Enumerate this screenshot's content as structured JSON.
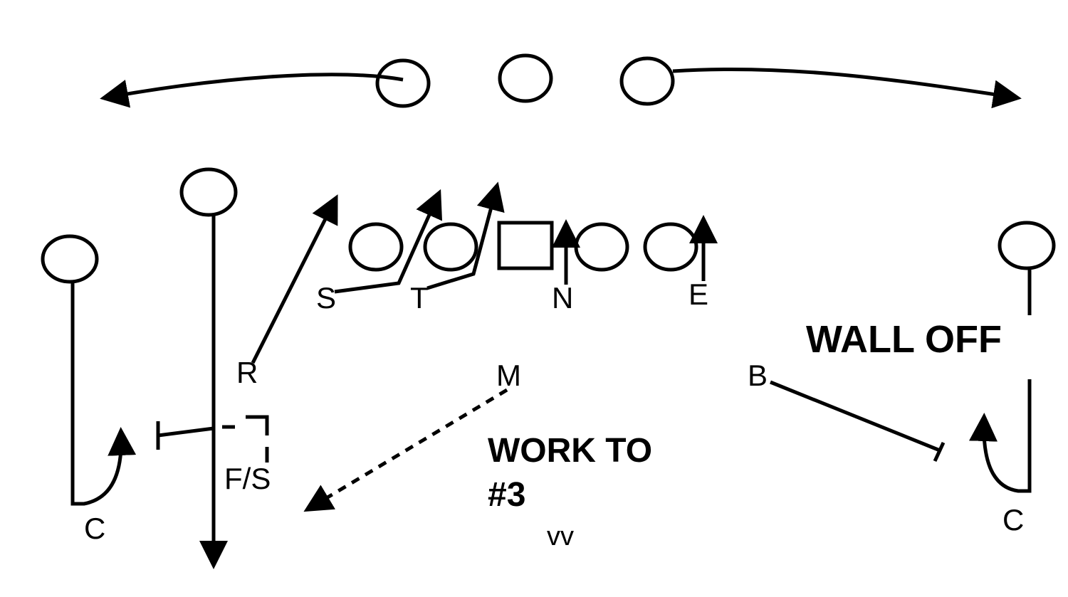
{
  "diagram": {
    "type": "football-play-diagram",
    "stroke_color": "#000000",
    "background_color": "#ffffff",
    "offense_top": [
      {
        "id": "wr-left-top",
        "shape": "circle",
        "route": "arrow-left-curve"
      },
      {
        "id": "center-top",
        "shape": "circle"
      },
      {
        "id": "wr-right-top",
        "shape": "circle",
        "route": "arrow-right-curve"
      }
    ],
    "line": [
      {
        "id": "ol-1",
        "shape": "circle"
      },
      {
        "id": "ol-2",
        "shape": "circle"
      },
      {
        "id": "center",
        "shape": "square"
      },
      {
        "id": "ol-4",
        "shape": "circle"
      },
      {
        "id": "ol-5",
        "shape": "circle"
      }
    ],
    "receivers": [
      {
        "id": "wide-left",
        "shape": "circle"
      },
      {
        "id": "slot-left",
        "shape": "circle"
      },
      {
        "id": "wide-right",
        "shape": "circle"
      }
    ],
    "defense_labels": {
      "s": "S",
      "t": "T",
      "n": "N",
      "e": "E",
      "r": "R",
      "m": "M",
      "b": "B",
      "fs": "F/S",
      "c_left": "C",
      "c_right": "C",
      "vv": "vv"
    },
    "annotations": {
      "wall_off": "WALL OFF",
      "work_to_line1": "WORK TO",
      "work_to_line2": "#3"
    }
  }
}
